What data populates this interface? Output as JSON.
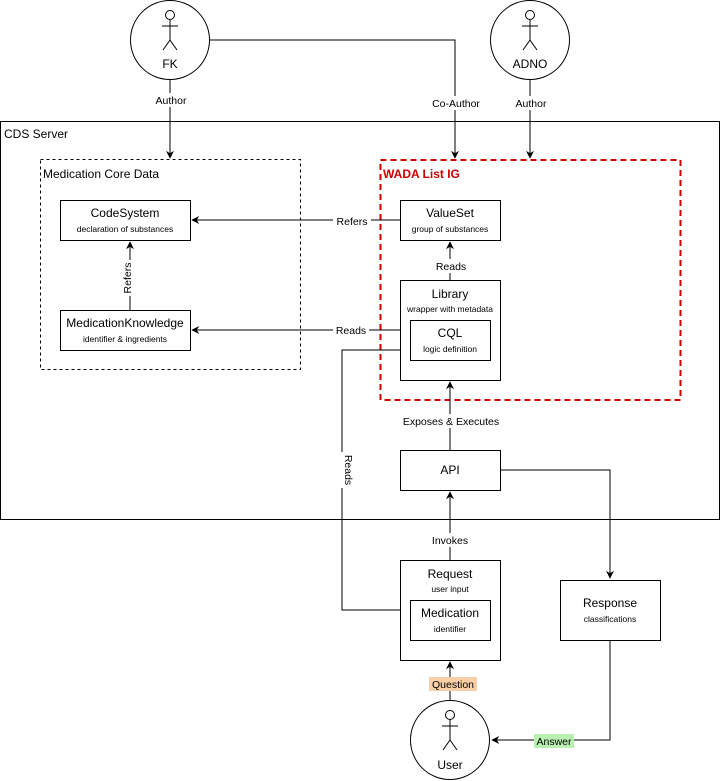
{
  "actors": {
    "fk": "FK",
    "adno": "ADNO",
    "user": "User"
  },
  "containers": {
    "cds_server": "CDS Server",
    "medication_core_data": "Medication Core Data",
    "wada_list_ig": "WADA List IG"
  },
  "nodes": {
    "codesystem": {
      "title": "CodeSystem",
      "subtitle": "declaration of substances"
    },
    "medicationknowledge": {
      "title": "MedicationKnowledge",
      "subtitle": "identifier & ingredients"
    },
    "valueset": {
      "title": "ValueSet",
      "subtitle": "group of substances"
    },
    "library": {
      "title": "Library",
      "subtitle": "wrapper with metadata"
    },
    "cql": {
      "title": "CQL",
      "subtitle": "logic definition"
    },
    "api": {
      "title": "API"
    },
    "request": {
      "title": "Request",
      "subtitle": "user input"
    },
    "medication": {
      "title": "Medication",
      "subtitle": "identifier"
    },
    "response": {
      "title": "Response",
      "subtitle": "classifications"
    }
  },
  "edges": {
    "author_fk": "Author",
    "co_author": "Co-Author",
    "author_adno": "Author",
    "refers_valueset": "Refers",
    "refers_medknowledge": "Refers",
    "reads_cql": "Reads",
    "reads_library": "Reads",
    "exposes": "Exposes & Executes",
    "invokes": "Invokes",
    "reads_medication": "Reads",
    "question": "Question",
    "answer": "Answer"
  },
  "colors": {
    "wada_border": "#cc0000",
    "question_highlight": "#f8cfa6",
    "answer_highlight": "#b8f0b0"
  }
}
